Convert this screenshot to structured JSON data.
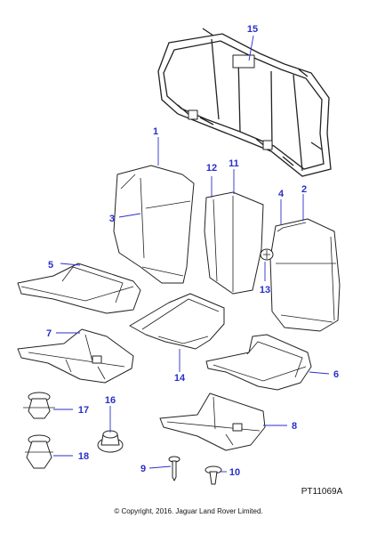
{
  "callouts": {
    "c1": "1",
    "c2": "2",
    "c3": "3",
    "c4": "4",
    "c5": "5",
    "c6": "6",
    "c7": "7",
    "c8": "8",
    "c9": "9",
    "c10": "10",
    "c11": "11",
    "c12": "12",
    "c13": "13",
    "c14": "14",
    "c15": "15",
    "c16": "16",
    "c17": "17",
    "c18": "18"
  },
  "footer": {
    "ref_code": "PT11069A",
    "copyright": "© Copyright, 2016. Jaguar Land Rover Limited."
  },
  "colors": {
    "callout": "#2a2fc9",
    "line": "#222222"
  }
}
